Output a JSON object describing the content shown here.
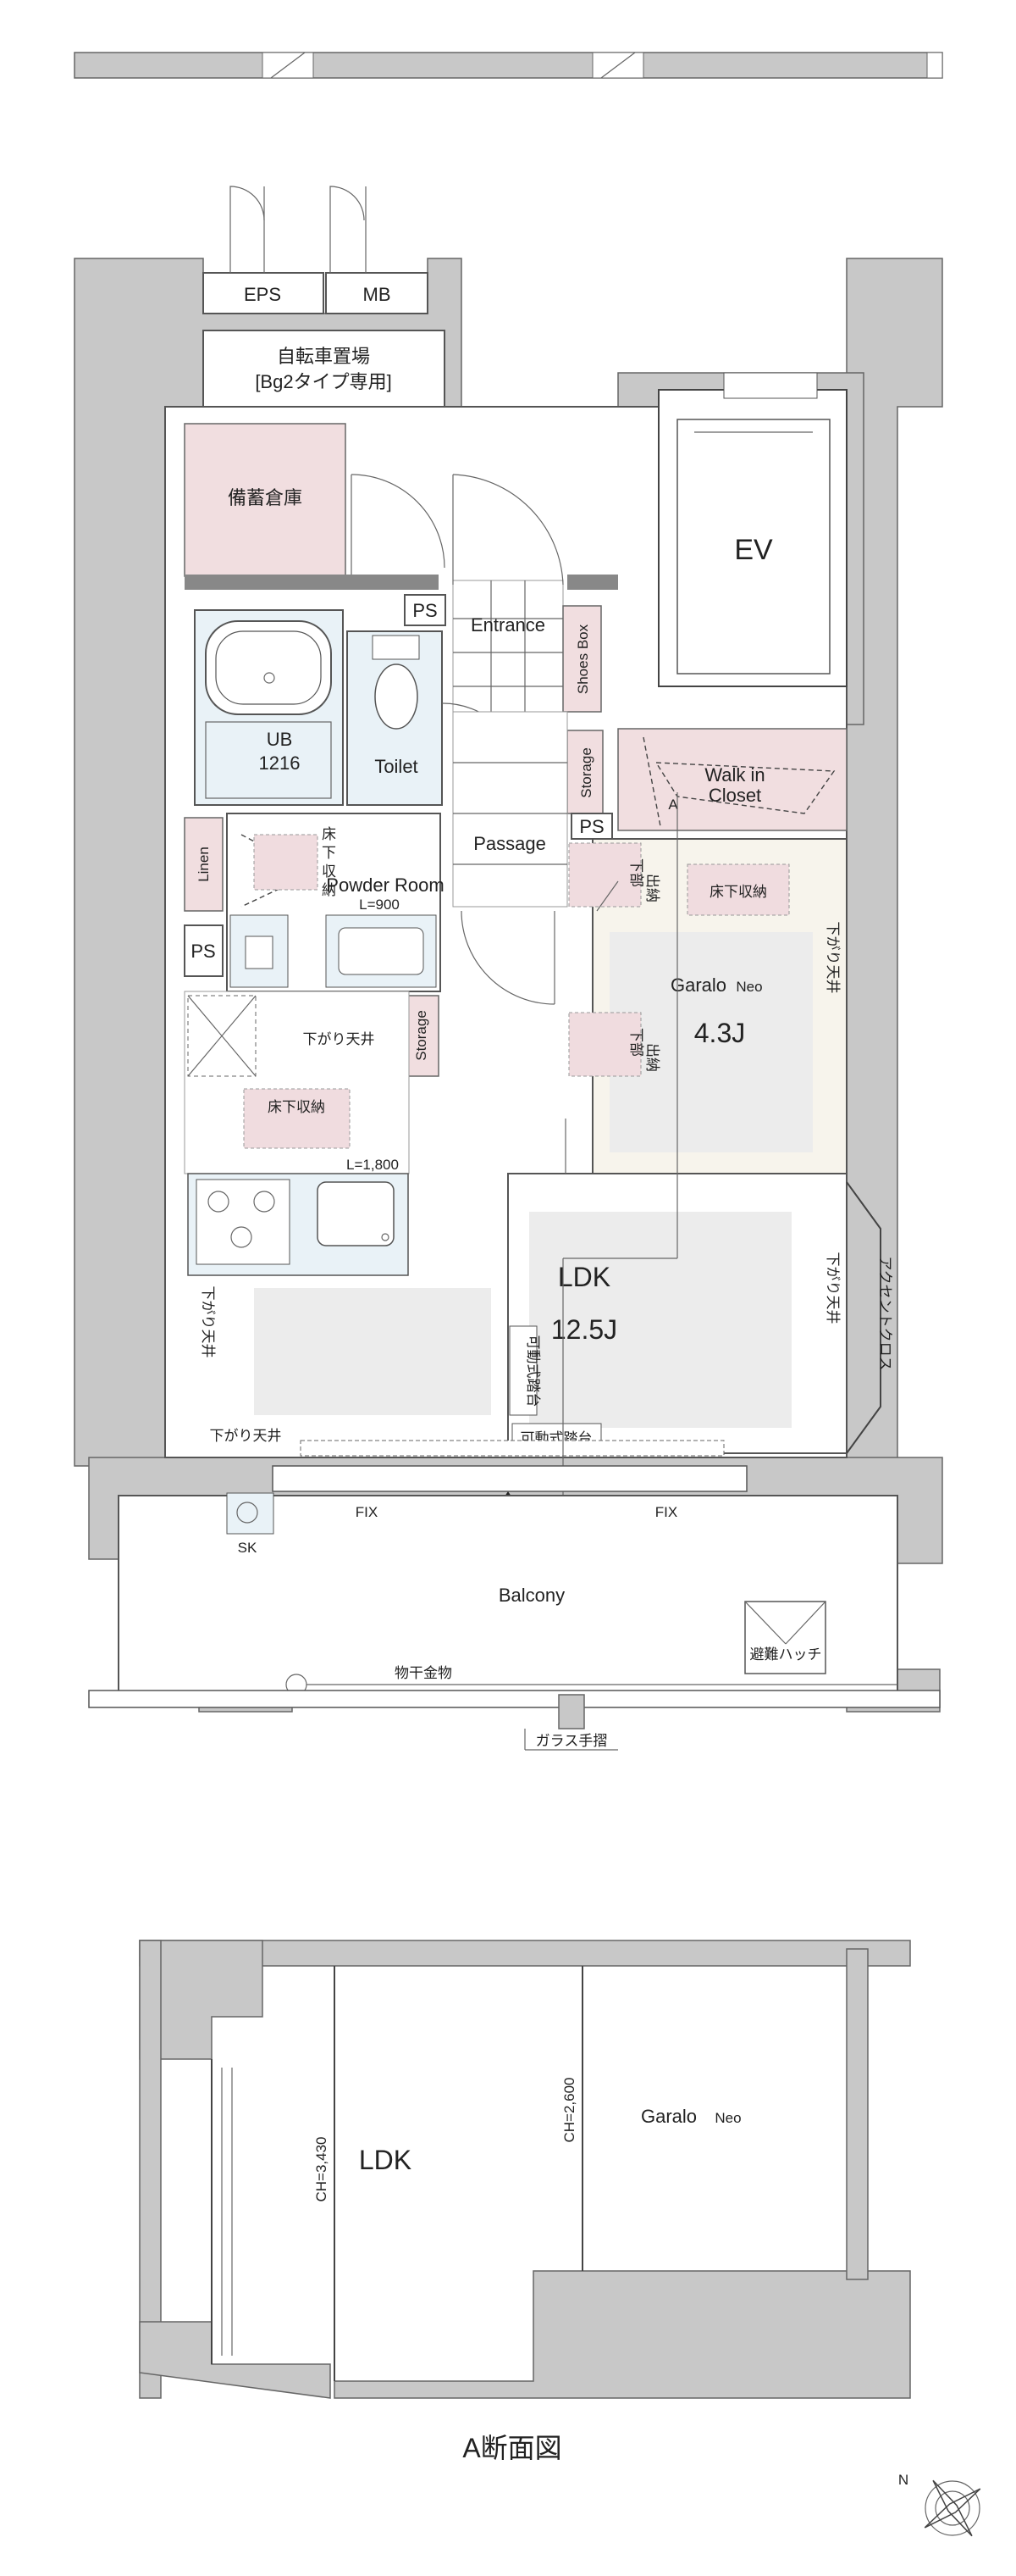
{
  "labels": {
    "eps": "EPS",
    "mb": "MB",
    "bicycle_1": "自転車置場",
    "bicycle_2": "[Bg2タイプ専用]",
    "storage_room": "備蓄倉庫",
    "ev": "EV",
    "ps": "PS",
    "entrance": "Entrance",
    "shoes_box": "Shoes Box",
    "ub": "UB",
    "ub_size": "1216",
    "toilet": "Toilet",
    "storage": "Storage",
    "walk_in_1": "Walk in",
    "walk_in_2": "Closet",
    "mark_a": "A",
    "passage": "Passage",
    "linen": "Linen",
    "underfloor": "床下収納",
    "powder_room": "Powder Room",
    "l900": "L=900",
    "kabu": "下部",
    "shunou": "出納",
    "sagari": "下がり天井",
    "garalo": "Garalo",
    "neo": "Neo",
    "garalo_size": "4.3J",
    "l1800": "L=1,800",
    "ldk": "LDK",
    "ldk_size": "12.5J",
    "step_vertical": "可動式踏台",
    "step": "可動式踏台",
    "accent": "アクセントクロス",
    "fix": "FIX",
    "sk": "SK",
    "balcony": "Balcony",
    "hatch": "避難ハッチ",
    "laundry": "物干金物",
    "glass_rail": "ガラス手摺",
    "ch_ldk": "CH=3,430",
    "ch_garalo": "CH=2,600",
    "section_title": "A断面図",
    "north": "N"
  }
}
